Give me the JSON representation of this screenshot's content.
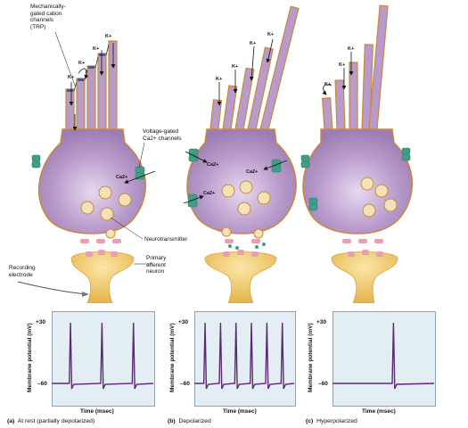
{
  "labels": {
    "trp": "Mechanically-\ngated cation\nchannels\n(TRP)",
    "voltage_gated": "Voltage-gated\nCa2+ channels",
    "neurotransmitter": "Neurotransmitter",
    "primary_afferent": "Primary\nafferent\nneuron",
    "recording_electrode": "Recording\nelectrode",
    "k_ion": "K+",
    "ca_ion": "Ca2+"
  },
  "graphs": [
    {
      "letter": "(a)",
      "caption": "At rest (partially depolarized)",
      "ylabel": "Membrane potential (mV)",
      "xlabel": "Time (msec)",
      "ytick_top": "+30",
      "ytick_bottom": "–60",
      "spike_count": 3
    },
    {
      "letter": "(b)",
      "caption": "Depolarized",
      "ylabel": "Membrane potential (mV)",
      "xlabel": "Time (msec)",
      "ytick_top": "+30",
      "ytick_bottom": "–60",
      "spike_count": 6
    },
    {
      "letter": "(c)",
      "caption": "Hyperpolarized",
      "ylabel": "Membrane potential (mV)",
      "xlabel": "Time (msec)",
      "ytick_top": "+30",
      "ytick_bottom": "–60",
      "spike_count": 1
    }
  ],
  "colors": {
    "cell_fill": "#a889bf",
    "cell_light": "#d9c8e4",
    "cell_outline": "#c9893a",
    "channel": "#3f9f86",
    "afferent": "#e9bd53",
    "vesicle": "#f3e2b8",
    "graph_bg": "#e3edf4",
    "trace": "#5a2a72"
  }
}
